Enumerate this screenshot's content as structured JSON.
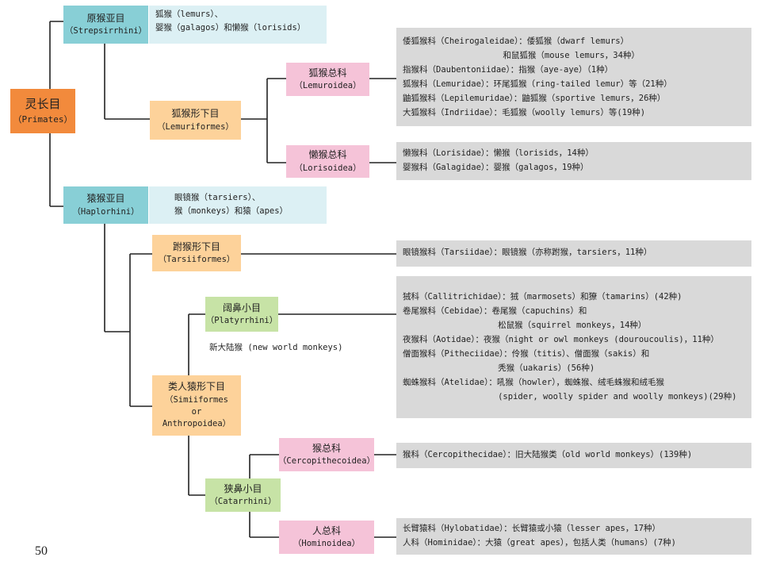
{
  "root": {
    "title": "灵长目",
    "latin": "（Primates）"
  },
  "strepsirrhini": {
    "title": "原猴亚目",
    "latin": "（Strepsirrhini）",
    "note": "狐猴（lemurs）、\n婴猴（galagos）和懒猴（lorisids）"
  },
  "lemuriformes": {
    "title": "狐猴形下目",
    "latin": "（Lemuriformes）"
  },
  "lemuroidea": {
    "title": "狐猴总科",
    "latin": "（Lemuroidea）",
    "families": "倭狐猴科（Cheirogaleidae）：倭狐猴（dwarf lemurs）\n                    和鼠狐猴（mouse lemurs，34种）\n指猴科（Daubentoniidae）：指猴（aye-aye）（1种）\n狐猴科（Lemuridae）：环尾狐猴（ring-tailed lemur）等（21种）\n鼬狐猴科（Lepilemuridae）：鼬狐猴（sportive lemurs，26种）\n大狐猴科（Indriidae）：毛狐猴（woolly lemurs）等(19种)"
  },
  "lorisoidea": {
    "title": "懒猴总科",
    "latin": "（Lorisoidea）",
    "families": "懒猴科（Lorisidae）：懒猴（lorisids，14种）\n婴猴科（Galagidae）：婴猴（galagos，19种）"
  },
  "haplorhini": {
    "title": "猿猴亚目",
    "latin": "（Haplorhini）",
    "note": "眼镜猴（tarsiers）、\n猴（monkeys）和猿（apes）"
  },
  "tarsiiformes": {
    "title": "跗猴形下目",
    "latin": "（Tarsiiformes）",
    "families": "眼镜猴科（Tarsiidae）：眼镜猴（亦称跗猴，tarsiers，11种）"
  },
  "platyrrhini": {
    "title": "阔鼻小目",
    "latin": "（Platyrrhini）",
    "note": "新大陆猴 (new world monkeys)",
    "families": "狨科（Callitrichidae）：狨（marmosets）和�references（tamarins）(42种)\n卷尾猴科（Cebidae）：卷尾猴（capuchins）和\n                   松鼠猴（squirrel monkeys，14种）\n夜猴科（Aotidae）：夜猴（night or owl monkeys (douroucoulis)，11种）\n僧面猴科（Pitheciidae）：伶猴（titis）、僧面猴（sakis）和\n                   秃猴（uakaris）(56种)\n蜘蛛猴科（Atelidae）：吼猴（howler），蜘蛛猴、绒毛蛛猴和绒毛猴\n                   (spider, woolly spider and woolly monkeys)(29种)"
  },
  "simiiformes": {
    "title": "类人猿形下目",
    "latin1": "（Simiiformes",
    "latin2": "or",
    "latin3": "Anthropoidea）"
  },
  "cercopithecoidea": {
    "title": "猴总科",
    "latin": "（Cercopithecoidea）",
    "families": "猴科（Cercopithecidae）：旧大陆猴类（old world monkeys）(139种)"
  },
  "catarrhini": {
    "title": "狭鼻小目",
    "latin": "（Catarrhini）"
  },
  "hominoidea": {
    "title": "人总科",
    "latin": "（Hominoidea）",
    "families": "长臂猿科（Hylobatidae）：长臂猿或小猿（lesser apes，17种）\n人科（Hominidae）：大猿（great apes），包括人类（humans）(7种)"
  },
  "page_number": "50"
}
